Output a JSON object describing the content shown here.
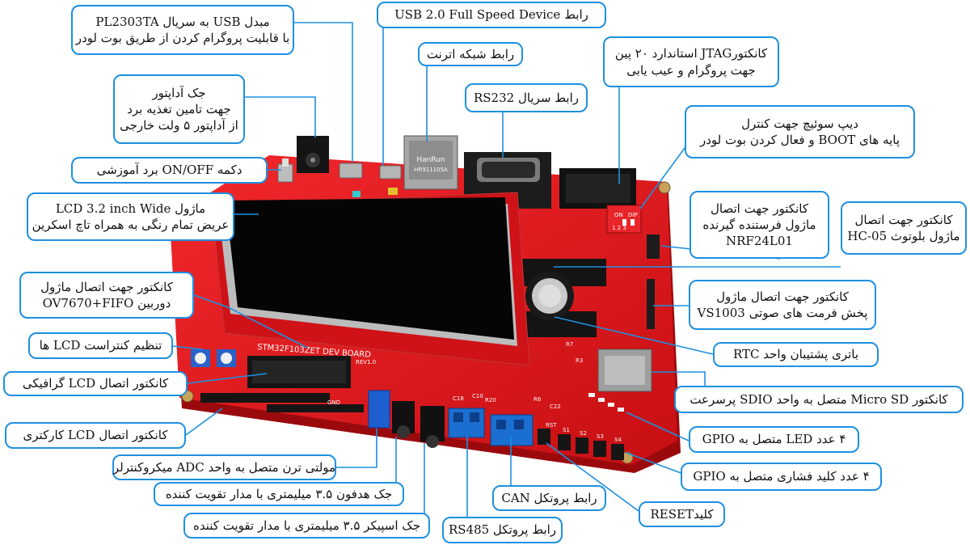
{
  "colors": {
    "callout_border": "#1e90e0",
    "leader_line": "#1e90e0",
    "board_red": "#e0151b",
    "board_dark_red": "#b30c10",
    "lcd_screen": "#050505",
    "terminal_blue": "#1a6fd0",
    "connector_black": "#1c1c1c"
  },
  "board": {
    "silkscreen_title": "STM32F103ZET DEV BOARD",
    "silkscreen_rev": "REV1.0",
    "silkscreen_gnd": "GND",
    "ethernet_label": "HanRun",
    "ethernet_part": "HR911105A",
    "dip_on": "ON",
    "dip_label": "DIP",
    "dip_numbers": "1 2 3",
    "button_labels": [
      "RST",
      "S1",
      "S2",
      "S3",
      "S4"
    ],
    "part_labels": [
      "C10",
      "R20",
      "R7",
      "R3",
      "C22",
      "C18",
      "R6"
    ]
  },
  "callouts": [
    {
      "id": "usb-serial",
      "lines": [
        "مبدل USB به سریال PL2303TA",
        "با قابلیت پروگرام کردن از طریق بوت لودر"
      ]
    },
    {
      "id": "adapter-jack",
      "lines": [
        "جک آداپتور",
        "جهت تامین تغذیه برد",
        "از آداپتور ۵ ولت خارجی"
      ]
    },
    {
      "id": "onoff",
      "lines": [
        "دکمه ON/OFF برد آموزشی"
      ]
    },
    {
      "id": "lcd-module",
      "lines": [
        "ماژول LCD 3.2 inch Wide",
        "عریض تمام رنگی به همراه تاچ اسکرین"
      ]
    },
    {
      "id": "camera",
      "lines": [
        "کانکتور جهت اتصال ماژول",
        "دوربین OV7670+FIFO"
      ]
    },
    {
      "id": "lcd-contrast",
      "lines": [
        "تنظیم کنتراست LCD ها"
      ]
    },
    {
      "id": "graphic-lcd",
      "lines": [
        "کانکتور اتصال LCD گرافیکی"
      ]
    },
    {
      "id": "char-lcd",
      "lines": [
        "کانکتور اتصال LCD کارکتری"
      ]
    },
    {
      "id": "adc-pot",
      "lines": [
        "مولتی ترن متصل به واحد ADC میکروکنترلر"
      ]
    },
    {
      "id": "headphone",
      "lines": [
        "جک هدفون ۳.۵ میلیمتری با مدار تقویت کننده"
      ]
    },
    {
      "id": "speaker",
      "lines": [
        "جک اسپیکر ۳.۵ میلیمتری با مدار تقویت کننده"
      ]
    },
    {
      "id": "usb-fs",
      "lines": [
        "رابط USB 2.0 Full Speed Device"
      ]
    },
    {
      "id": "ethernet",
      "lines": [
        "رابط شبکه اترنت"
      ]
    },
    {
      "id": "rs232",
      "lines": [
        "رابط سریال RS232"
      ]
    },
    {
      "id": "jtag",
      "lines": [
        "کانکتورJTAG استاندارد ۲۰ پین",
        "جهت پروگرام و عیب یابی"
      ]
    },
    {
      "id": "dip",
      "lines": [
        "دیپ سوئیچ جهت کنترل",
        "پایه های BOOT و فعال کردن بوت لودر"
      ]
    },
    {
      "id": "nrf",
      "lines": [
        "کانکتور جهت اتصال",
        "ماژول فرستنده گیرنده",
        "NRF24L01"
      ]
    },
    {
      "id": "hc05",
      "lines": [
        "کانکتور جهت اتصال",
        "ماژول بلوتوث HC-05"
      ]
    },
    {
      "id": "vs1003",
      "lines": [
        "کانکتور جهت اتصال ماژول",
        "پخش فرمت های صوتی VS1003"
      ]
    },
    {
      "id": "rtc",
      "lines": [
        "باتری پشتیبان واحد RTC"
      ]
    },
    {
      "id": "microsd",
      "lines": [
        "کانکتور Micro SD متصل به واحد SDIO پرسرعت"
      ]
    },
    {
      "id": "leds",
      "lines": [
        "۴ عدد LED متصل به GPIO"
      ]
    },
    {
      "id": "buttons",
      "lines": [
        "۴ عدد کلید فشاری متصل به GPIO"
      ]
    },
    {
      "id": "can",
      "lines": [
        "رابط پروتکل CAN"
      ]
    },
    {
      "id": "reset",
      "lines": [
        "کلیدRESET"
      ]
    },
    {
      "id": "rs485",
      "lines": [
        "رابط پروتکل RS485"
      ]
    }
  ]
}
